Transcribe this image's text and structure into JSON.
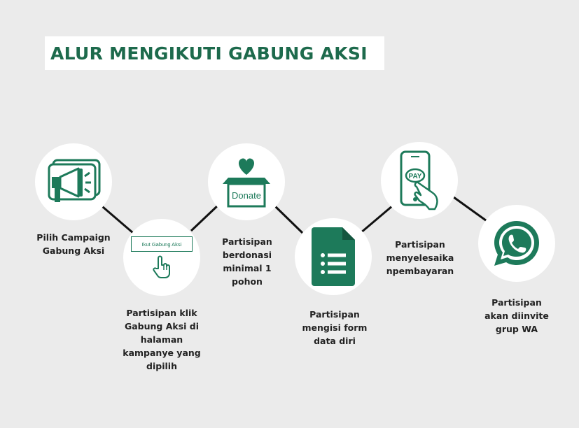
{
  "title": "ALUR MENGIKUTI GABUNG AKSI",
  "colors": {
    "accent": "#1d7a5a",
    "title": "#1d6a4c",
    "background": "#ebebeb"
  },
  "steps": [
    {
      "icon": "megaphone-icon",
      "label": "Pilih Campaign Gabung Aksi"
    },
    {
      "icon": "hand-pointer-icon",
      "button_text": "Ikut Gabung Aksi",
      "label": "Partisipan klik Gabung Aksi di halaman kampanye yang dipilih"
    },
    {
      "icon": "donate-box-icon",
      "icon_text": "Donate",
      "label": "Partisipan berdonasi minimal 1 pohon"
    },
    {
      "icon": "form-document-icon",
      "label": "Partisipan mengisi form data diri"
    },
    {
      "icon": "phone-pay-icon",
      "icon_text": "PAY",
      "label": "Partisipan menyelesaika npembayaran"
    },
    {
      "icon": "whatsapp-icon",
      "label": "Partisipan akan diinvite grup WA"
    }
  ]
}
